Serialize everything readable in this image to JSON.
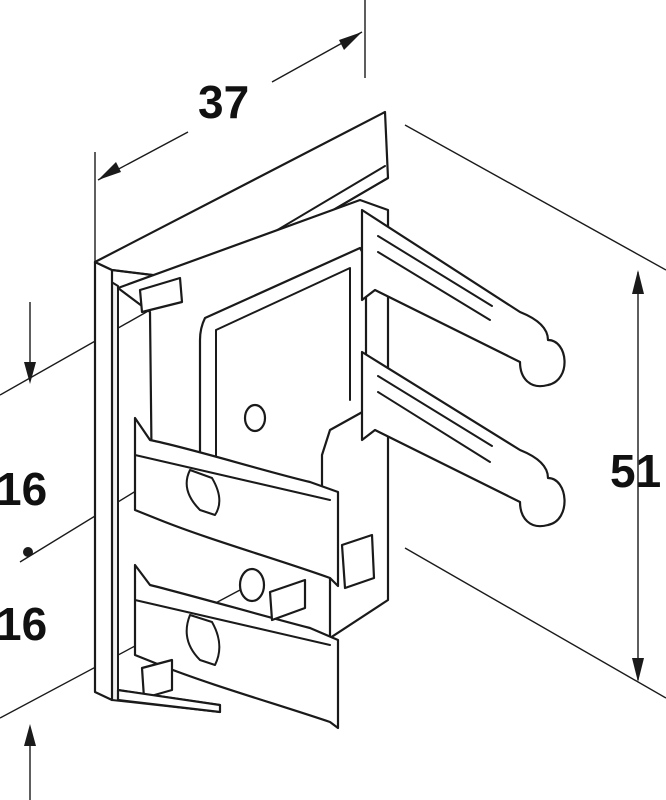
{
  "dimensions": {
    "width": "37",
    "height": "51",
    "hole_spacing_upper": "16",
    "hole_spacing_lower": "16"
  },
  "colors": {
    "line": "#1a1a1a",
    "background": "#ffffff"
  }
}
